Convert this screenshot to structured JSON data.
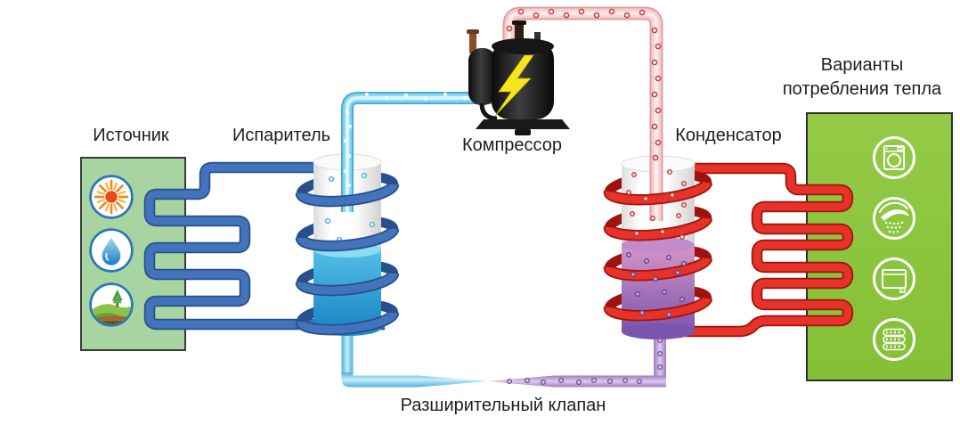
{
  "labels": {
    "source": "Источник",
    "evaporator": "Испаритель",
    "compressor": "Компрессор",
    "condenser": "Конденсатор",
    "consumption_line1": "Варианты",
    "consumption_line2": "потребления тепла",
    "expansion_valve": "Разширительный клапан"
  },
  "source_icons": [
    "sun",
    "water-drop",
    "geothermal-ground"
  ],
  "consumption_icons": [
    "washing-machine",
    "shower",
    "radiator",
    "underfloor-heating"
  ],
  "colors": {
    "source_box": "#a7d4a0",
    "consumption_box": "#8cc63e",
    "cold_coil": "#4273bb",
    "hot_coil": "#e63228",
    "vapor_pipe": "#7fd4f0",
    "discharge_pipe": "#f6cfcf",
    "liquid_pipe": "#b195cc",
    "evaporator_liquid": "#2a9fd8",
    "condenser_liquid": "#8f65b5",
    "compressor_body": "#1a1a1a",
    "lightning": "#f6e51c"
  }
}
